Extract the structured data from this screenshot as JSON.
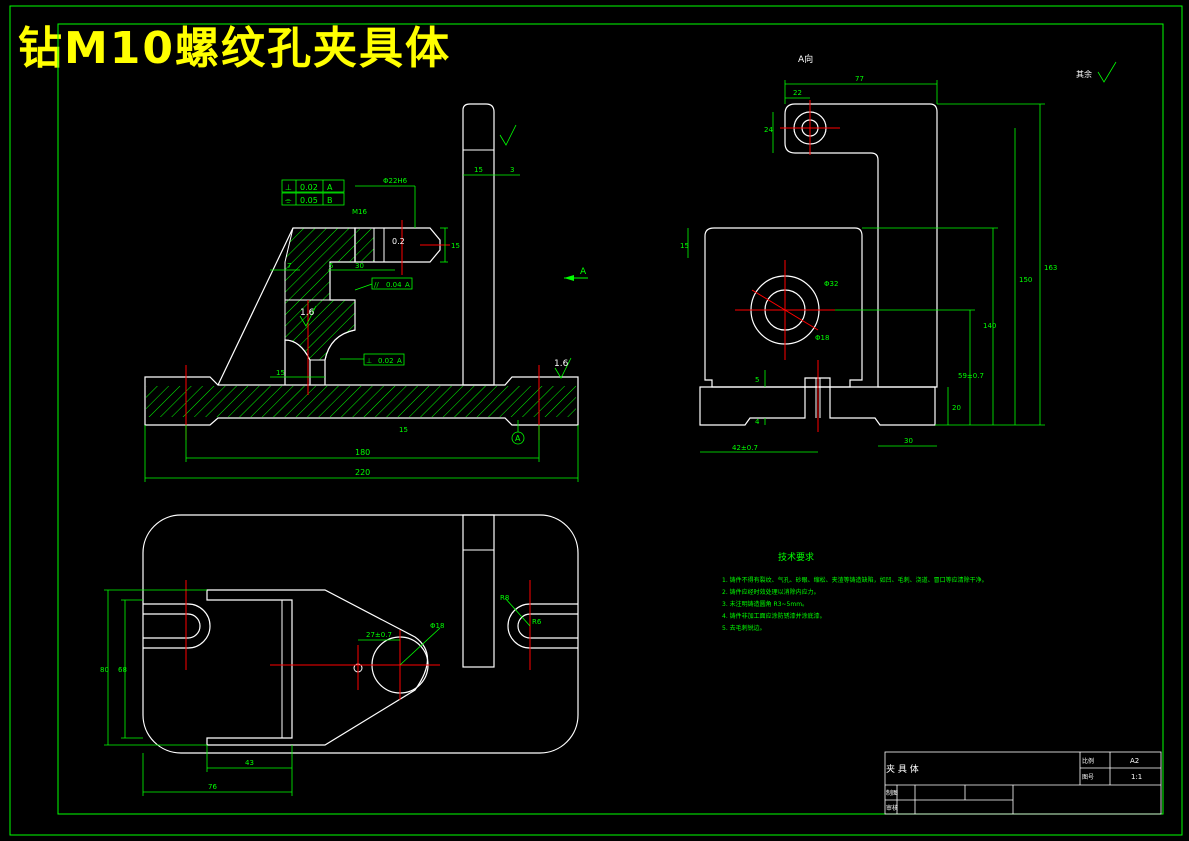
{
  "title": "钻M10螺纹孔夹具体",
  "view_label": "A向",
  "arrow_label": "A",
  "datum_label": "A",
  "roughness_note": "其余",
  "roughness_value": "1.6",
  "roughness_value_2": "0.2",
  "roughness_value_3": "1.6",
  "tolerance_frames": [
    {
      "symbol": "⊥",
      "value": "0.02",
      "datum": "A"
    },
    {
      "symbol": "⌯",
      "value": "0.05",
      "datum": "B"
    },
    {
      "symbol": "//",
      "value": "0.04",
      "datum": "A"
    },
    {
      "symbol": "⊥",
      "value": "0.02",
      "datum": "A"
    }
  ],
  "dimensions": {
    "phi22": "Φ22H6",
    "d15a": "15",
    "d3": "3",
    "d15b": "15",
    "d30": "30",
    "d5": "5",
    "d7": "7",
    "d15c": "15",
    "d180": "180",
    "d220": "220",
    "d15d": "15",
    "m16": "M16",
    "a77": "77",
    "a22": "22",
    "a24": "24",
    "a15": "15",
    "a163": "163",
    "a150": "150",
    "a140": "140",
    "a59": "59±0.7",
    "a20": "20",
    "a5": "5",
    "a4": "4",
    "a42": "42±0.7",
    "a30": "30",
    "phi32": "Φ32",
    "phi18": "Φ18",
    "p80": "80",
    "p68": "68",
    "p43": "43",
    "p76": "76",
    "p27": "27±0.7",
    "p18": "Φ18",
    "pR": "R8",
    "pR2": "R6"
  },
  "tech_requirements": {
    "heading": "技术要求",
    "items": [
      "1. 铸件不得有裂纹、气孔、砂眼、缩松、夹渣等铸造缺陷，如凹、毛刺、浇道、冒口等应清除干净。",
      "2. 铸件应经时效处理以消除内应力。",
      "3. 未注明铸造圆角 R3~5mm。",
      "4. 铸件非加工面应涂防锈漆并涂底漆。",
      "5. 去毛刺锐边。"
    ]
  },
  "title_block": {
    "name": "夹 具 体",
    "label_scale": "比例",
    "label_sheet": "图号",
    "sheet_value": "A2",
    "scale_value": "1:1",
    "label_drawn": "制图",
    "label_checked": "审核"
  },
  "colors": {
    "outline": "#ffffff",
    "dimension": "#00ff00",
    "center": "#ff0000",
    "hatch": "#00ff00",
    "title_text": "#ffff00"
  }
}
